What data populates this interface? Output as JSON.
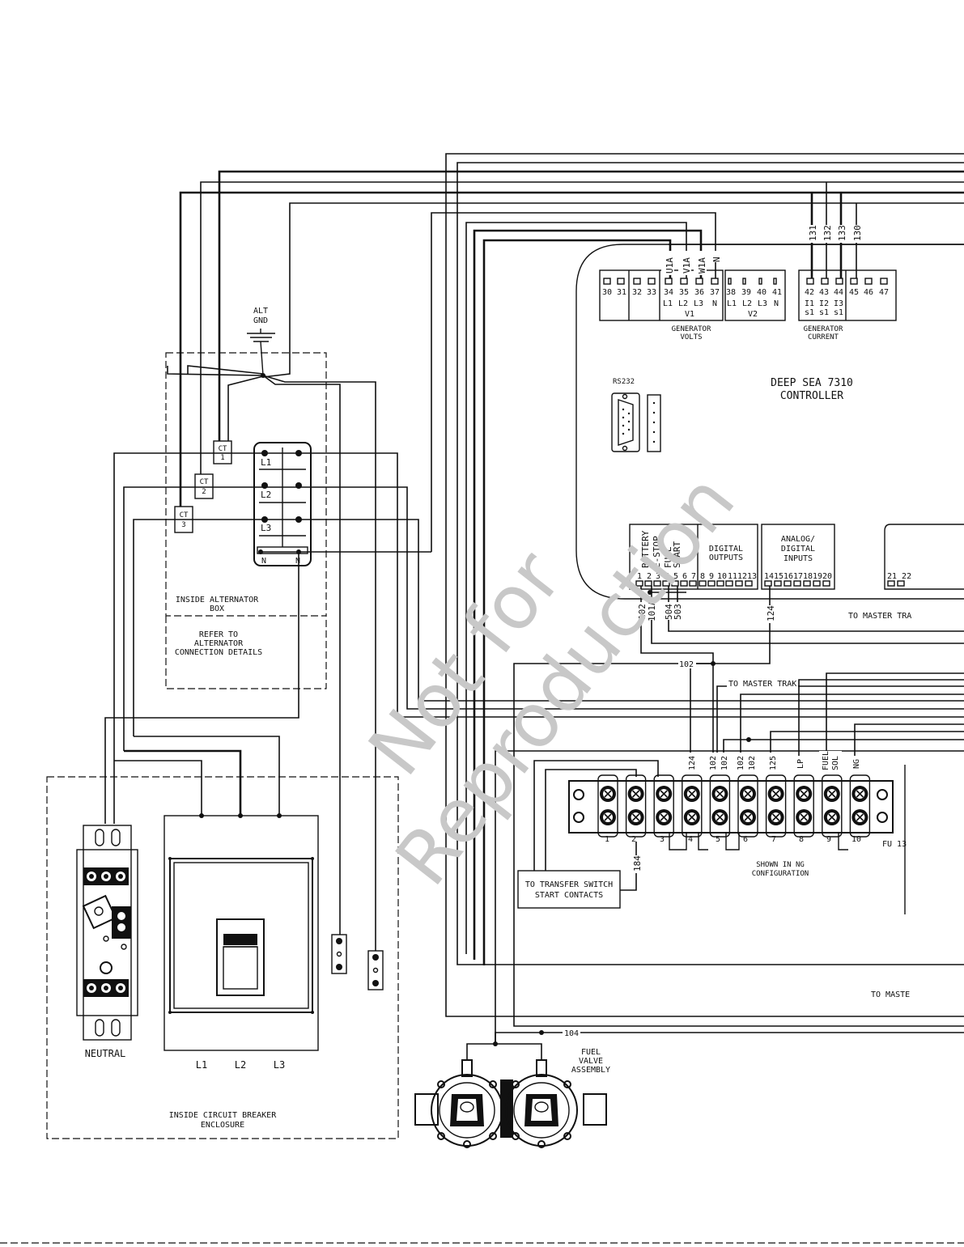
{
  "controller": {
    "title_line1": "DEEP SEA 7310",
    "title_line2": "CONTROLLER",
    "rs232": "RS232",
    "gen_volts": {
      "terms": [
        "30",
        "31",
        "32",
        "33",
        "34",
        "35",
        "36",
        "37"
      ],
      "phase_labels": [
        "L1",
        "L2",
        "L3",
        "N"
      ],
      "group": "V1",
      "caption1": "GENERATOR",
      "caption2": "VOLTS"
    },
    "v2": {
      "terms": [
        "38",
        "39",
        "40",
        "41"
      ],
      "phase_labels": [
        "L1",
        "L2",
        "L3",
        "N"
      ],
      "group": "V2"
    },
    "gen_current": {
      "terms": [
        "42",
        "43",
        "44",
        "45",
        "46",
        "47"
      ],
      "ct_labels": [
        "I1",
        "I2",
        "I3"
      ],
      "sub": [
        "s1",
        "s1",
        "s1"
      ],
      "caption1": "GENERATOR",
      "caption2": "CURRENT"
    },
    "wire_in_volts": [
      "U1A",
      "V1A",
      "W1A",
      "N"
    ],
    "wire_in_current": [
      "131",
      "132",
      "133",
      "130"
    ],
    "bottom_left": {
      "labels": [
        "BATTERY",
        "E-STOP",
        "FUEL",
        "START"
      ],
      "terms": [
        "1",
        "2",
        "3",
        "4",
        "5",
        "6",
        "7"
      ],
      "digital_outputs_line1": "DIGITAL",
      "digital_outputs_line2": "OUTPUTS",
      "do_terms": [
        "8",
        "9",
        "10",
        "11",
        "12",
        "13"
      ]
    },
    "analog": {
      "line1": "ANALOG/",
      "line2": "DIGITAL",
      "line3": "INPUTS",
      "terms": [
        "14",
        "15",
        "16",
        "17",
        "18",
        "19",
        "20"
      ]
    },
    "right_terms": "21 22",
    "wire_out": [
      "102",
      "101A",
      "504",
      "503",
      "124"
    ]
  },
  "alternator": {
    "alt_gnd1": "ALT",
    "alt_gnd2": "GND",
    "ct_labels": [
      "CT",
      "CT",
      "CT"
    ],
    "ct_nums": [
      "1",
      "2",
      "3"
    ],
    "terminal_labels": [
      "L1",
      "L2",
      "L3",
      "N",
      "N"
    ],
    "box_line1": "INSIDE ALTERNATOR",
    "box_line2": "BOX",
    "refer1": "REFER TO",
    "refer2": "ALTERNATOR",
    "refer3": "CONNECTION DETAILS"
  },
  "labels": {
    "to_master_trak_1": "TO MASTER TRA",
    "to_master_trak_2": "TO MASTER TRAK",
    "to_master_3": "TO MASTE",
    "wire_102": "102",
    "wire_104": "104",
    "wire_184": "184"
  },
  "terminal_strip": {
    "top_wires": [
      "124",
      "102",
      "102",
      "102",
      "102",
      "125",
      "LP",
      "FUEL",
      "SOL",
      "NG"
    ],
    "numbers": [
      "1",
      "2",
      "3",
      "4",
      "5",
      "6",
      "7",
      "8",
      "9",
      "10"
    ],
    "fuse": "FU 13",
    "shown1": "SHOWN IN NG",
    "shown2": "CONFIGURATION"
  },
  "transfer": {
    "line1": "TO TRANSFER SWITCH",
    "line2": "START CONTACTS"
  },
  "breaker": {
    "phases": [
      "L1",
      "L2",
      "L3"
    ],
    "neutral": "NEUTRAL",
    "encl1": "INSIDE CIRCUIT BREAKER",
    "encl2": "ENCLOSURE"
  },
  "fuel_valve": {
    "line1": "FUEL",
    "line2": "VALVE",
    "line3": "ASSEMBLY"
  },
  "watermark": {
    "line1": "Not for",
    "line2": "Reproduction"
  }
}
